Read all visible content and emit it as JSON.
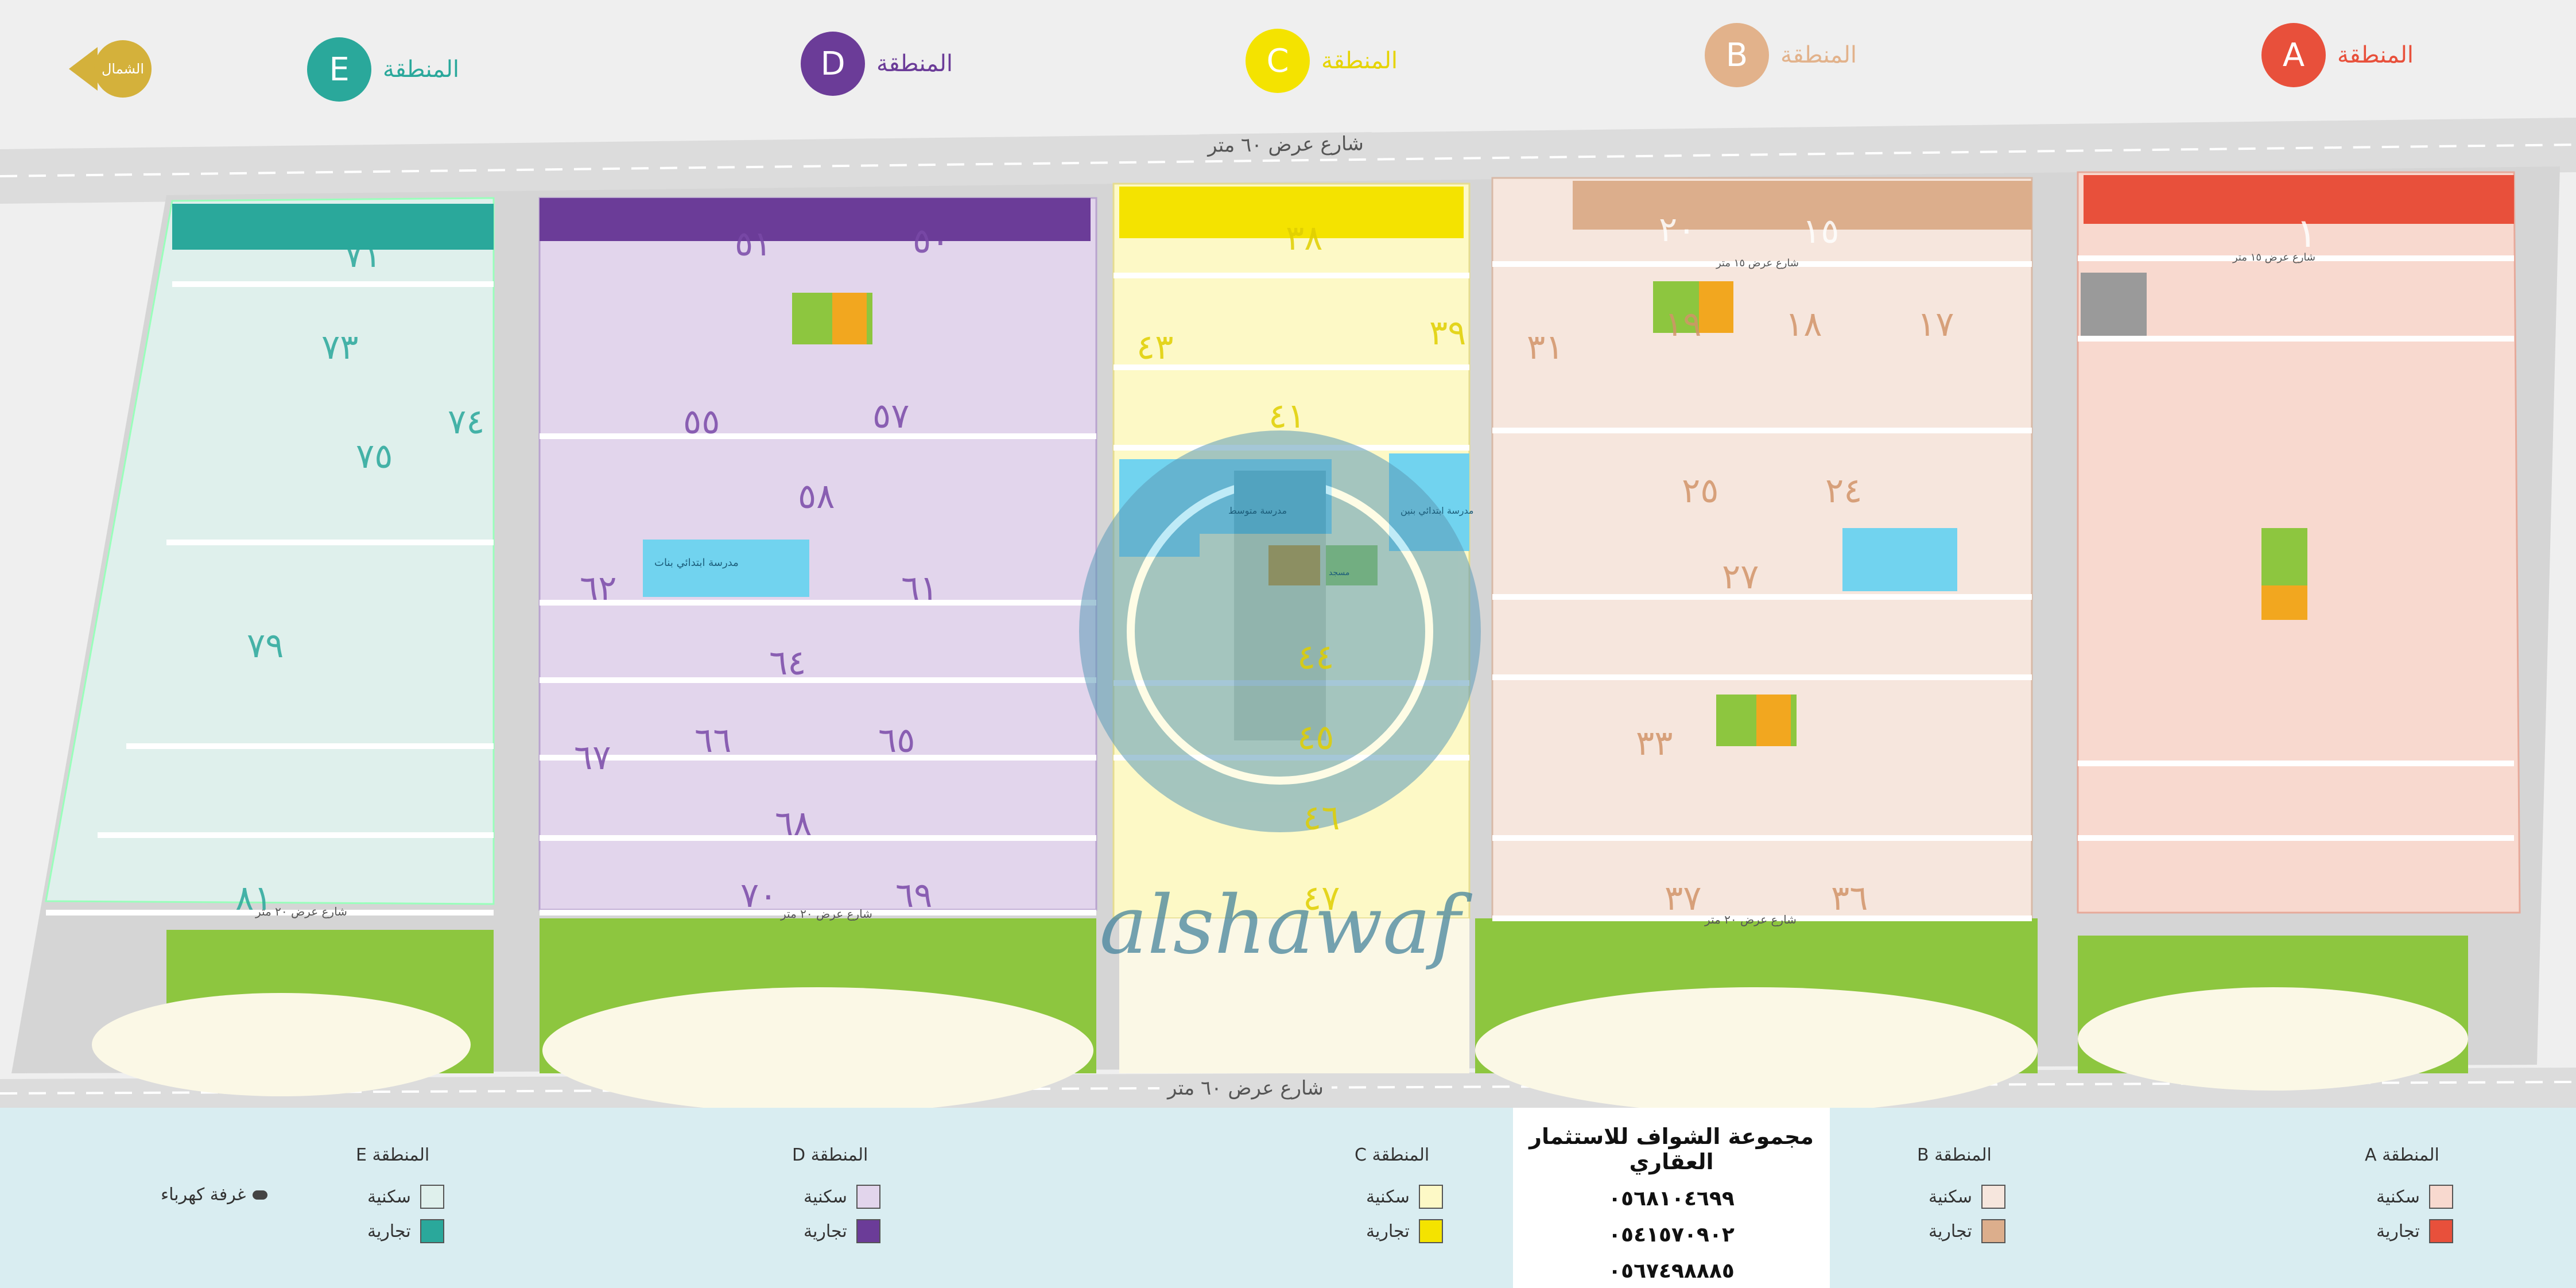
{
  "header": {
    "zones": [
      {
        "key": "A",
        "label": "المنطقة",
        "letter": "A",
        "color": "#e8503b"
      },
      {
        "key": "B",
        "label": "المنطقة",
        "letter": "B",
        "color": "#e2b28b"
      },
      {
        "key": "C",
        "label": "المنطقة",
        "letter": "C",
        "color": "#f4e300"
      },
      {
        "key": "D",
        "label": "المنطقة",
        "letter": "D",
        "color": "#6b3c98"
      },
      {
        "key": "E",
        "label": "المنطقة",
        "letter": "E",
        "color": "#2aa89b"
      }
    ],
    "north_label": "الشمال"
  },
  "streets": {
    "top": "شارع عرض ٦٠ متر",
    "bottom": "شارع عرض ٦٠ متر",
    "mid20": "شارع عرض ٢٠ متر",
    "mid15": "شارع عرض ١٥ متر"
  },
  "blocks": [
    {
      "num": "١",
      "zone": "A"
    },
    {
      "num": "١٥",
      "zone": "B"
    },
    {
      "num": "٢٠",
      "zone": "B"
    },
    {
      "num": "٣٨",
      "zone": "C"
    },
    {
      "num": "٥٠",
      "zone": "D"
    },
    {
      "num": "٥١",
      "zone": "D"
    },
    {
      "num": "٧١",
      "zone": "E"
    },
    {
      "num": "٧٣",
      "zone": "E"
    },
    {
      "num": "٧٤",
      "zone": "E"
    },
    {
      "num": "٧٥",
      "zone": "E"
    },
    {
      "num": "٥٥",
      "zone": "D"
    },
    {
      "num": "٥٧",
      "zone": "D"
    },
    {
      "num": "٥٨",
      "zone": "D"
    },
    {
      "num": "٦١",
      "zone": "D"
    },
    {
      "num": "٦٢",
      "zone": "D"
    },
    {
      "num": "٦٤",
      "zone": "D"
    },
    {
      "num": "٦٥",
      "zone": "D"
    },
    {
      "num": "٦٦",
      "zone": "D"
    },
    {
      "num": "٦٧",
      "zone": "D"
    },
    {
      "num": "٦٨",
      "zone": "D"
    },
    {
      "num": "٦٩",
      "zone": "D"
    },
    {
      "num": "٧٠",
      "zone": "D"
    },
    {
      "num": "٧٩",
      "zone": "E"
    },
    {
      "num": "٨١",
      "zone": "E"
    },
    {
      "num": "٤١",
      "zone": "C"
    },
    {
      "num": "٤٣",
      "zone": "C"
    },
    {
      "num": "٤٤",
      "zone": "C"
    },
    {
      "num": "٤٥",
      "zone": "C"
    },
    {
      "num": "٤٦",
      "zone": "C"
    },
    {
      "num": "٤٧",
      "zone": "C"
    },
    {
      "num": "٣٩",
      "zone": "C"
    },
    {
      "num": "٣١",
      "zone": "B"
    },
    {
      "num": "٣٣",
      "zone": "B"
    },
    {
      "num": "٣٦",
      "zone": "B"
    },
    {
      "num": "٣٧",
      "zone": "B"
    },
    {
      "num": "١٧",
      "zone": "B"
    },
    {
      "num": "١٨",
      "zone": "B"
    },
    {
      "num": "١٩",
      "zone": "B"
    },
    {
      "num": "٢٥",
      "zone": "B"
    },
    {
      "num": "٢٤",
      "zone": "B"
    },
    {
      "num": "٢٧",
      "zone": "B"
    }
  ],
  "facilities": [
    {
      "label": "مدرسة ابتدائي بنات"
    },
    {
      "label": "مدرسة ابتدائي بنين"
    },
    {
      "label": "مدرسة متوسط"
    },
    {
      "label": "مسجد"
    }
  ],
  "watermark": "alshawaf",
  "legend": {
    "zones": [
      {
        "title": "المنطقة A",
        "res": "سكنية",
        "com": "تجارية",
        "res_color": "#f8d9cf",
        "com_color": "#e8503b"
      },
      {
        "title": "المنطقة B",
        "res": "سكنية",
        "com": "تجارية",
        "res_color": "#f6e6dd",
        "com_color": "#dcae8c"
      },
      {
        "title": "المنطقة C",
        "res": "سكنية",
        "com": "تجارية",
        "res_color": "#fdf9c6",
        "com_color": "#f4e300"
      },
      {
        "title": "المنطقة D",
        "res": "سكنية",
        "com": "تجارية",
        "res_color": "#e2d5ec",
        "com_color": "#6b3c98"
      },
      {
        "title": "المنطقة E",
        "res": "سكنية",
        "com": "تجارية",
        "res_color": "#dff0ec",
        "com_color": "#2aa89b"
      }
    ],
    "electric_room": "غرفة كهرباء"
  },
  "contact": {
    "title": "مجموعة الشواف للاستثمار العقاري",
    "phones": [
      "٠٥٦٨١٠٤٦٩٩",
      "٠٥٤١٥٧٠٩٠٢",
      "٠٥٦٧٤٩٨٨٨٥"
    ]
  }
}
